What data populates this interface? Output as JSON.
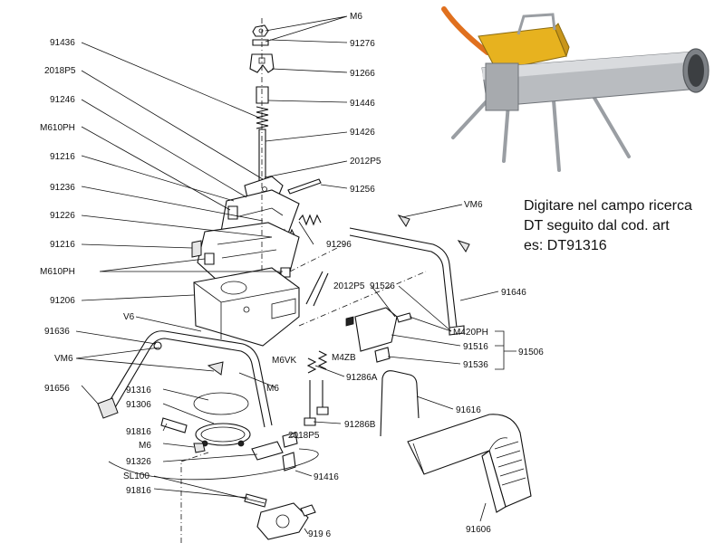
{
  "note": {
    "line1": "Digitare nel campo ricerca",
    "line2": "DT seguito dal cod. art",
    "line3": "es:  DT91316"
  },
  "labels": {
    "m6_top": "M6",
    "p91276": "91276",
    "p91266": "91266",
    "p91446": "91446",
    "p91426": "91426",
    "p2012p5_top": "2012P5",
    "p91256": "91256",
    "p91436": "91436",
    "p2018p5_top": "2018P5",
    "p91246": "91246",
    "m610ph_top": "M610PH",
    "p91216_top": "91216",
    "p91236": "91236",
    "p91226": "91226",
    "p91216_mid": "91216",
    "m610ph_mid": "M610PH",
    "p91206": "91206",
    "p91296": "91296",
    "vm6_right": "VM6",
    "p91646": "91646",
    "p2012p5_mid": "2012P5",
    "p91526": "91526",
    "m420ph": "M420PH",
    "p91516": "91516",
    "p91506": "91506",
    "p91536": "91536",
    "v6": "V6",
    "p91636": "91636",
    "vm6_left": "VM6",
    "m6vk": "M6VK",
    "m4zb": "M4ZB",
    "p91286a": "91286A",
    "m6_mid": "M6",
    "p91656": "91656",
    "p91316": "91316",
    "p91306": "91306",
    "p91616": "91616",
    "p91816_top": "91816",
    "p2018p5_bottom": "2018P5",
    "p91286b": "91286B",
    "m6_bottom": "M6",
    "p91326": "91326",
    "p91416": "91416",
    "sl100": "SL100",
    "p91816_bottom": "91816",
    "p919_6": "919 6",
    "p91606": "91606"
  },
  "colors": {
    "cannon_metal": "#b9bcc0",
    "body_yellow": "#e7b21f",
    "hose_orange": "#e0701e"
  }
}
